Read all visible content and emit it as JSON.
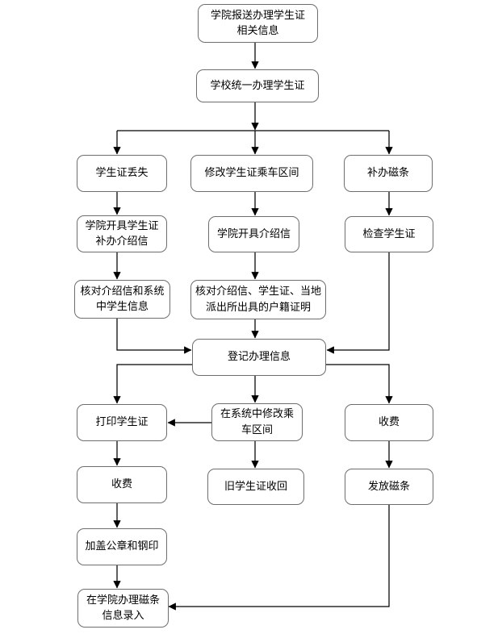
{
  "diagram": {
    "type": "flowchart",
    "language": "zh-CN",
    "colors": {
      "background": "#ffffff",
      "box_fill": "#ffffff",
      "box_border": "#6e6e6e",
      "connector": "#000000",
      "text": "#000000"
    },
    "nodes": {
      "report_info": {
        "label": "学院报送办理学生证\n相关信息"
      },
      "unified_handle": {
        "label": "学校统一办理学生证"
      },
      "lost_card": {
        "label": "学生证丢失"
      },
      "modify_interval": {
        "label": "修改学生证乘车区间"
      },
      "reissue_magstripe": {
        "label": "补办磁条"
      },
      "college_reissue_letter": {
        "label": "学院开具学生证\n补办介绍信"
      },
      "college_letter": {
        "label": "学院开具介绍信"
      },
      "check_card": {
        "label": "检查学生证"
      },
      "verify_letter_system": {
        "label": "核对介绍信和系统\n中学生信息"
      },
      "verify_letter_card_hukou": {
        "label": "核对介绍信、学生证、当地\n派出所出具的户籍证明"
      },
      "register_info": {
        "label": "登记办理信息"
      },
      "print_card": {
        "label": "打印学生证"
      },
      "modify_in_system": {
        "label": "在系统中修改乘\n车区间"
      },
      "charge_right": {
        "label": "收费"
      },
      "charge_left": {
        "label": "收费"
      },
      "old_card_recovered": {
        "label": "旧学生证收回"
      },
      "issue_magstripe": {
        "label": "发放磁条"
      },
      "stamp_seal": {
        "label": "加盖公章和钢印"
      },
      "college_magstripe_entry": {
        "label": "在学院办理磁条\n信息录入"
      }
    },
    "edges": [
      "report_info -> unified_handle",
      "unified_handle -> lost_card",
      "unified_handle -> modify_interval",
      "unified_handle -> reissue_magstripe",
      "lost_card -> college_reissue_letter",
      "modify_interval -> college_letter",
      "reissue_magstripe -> check_card",
      "college_reissue_letter -> verify_letter_system",
      "college_letter -> verify_letter_card_hukou",
      "verify_letter_system -> register_info",
      "verify_letter_card_hukou -> register_info",
      "check_card -> register_info",
      "register_info -> print_card",
      "register_info -> modify_in_system",
      "register_info -> charge_right",
      "modify_in_system -> print_card",
      "modify_in_system -> old_card_recovered",
      "print_card -> charge_left",
      "charge_right -> issue_magstripe",
      "charge_left -> stamp_seal",
      "stamp_seal -> college_magstripe_entry",
      "issue_magstripe -> college_magstripe_entry"
    ]
  }
}
